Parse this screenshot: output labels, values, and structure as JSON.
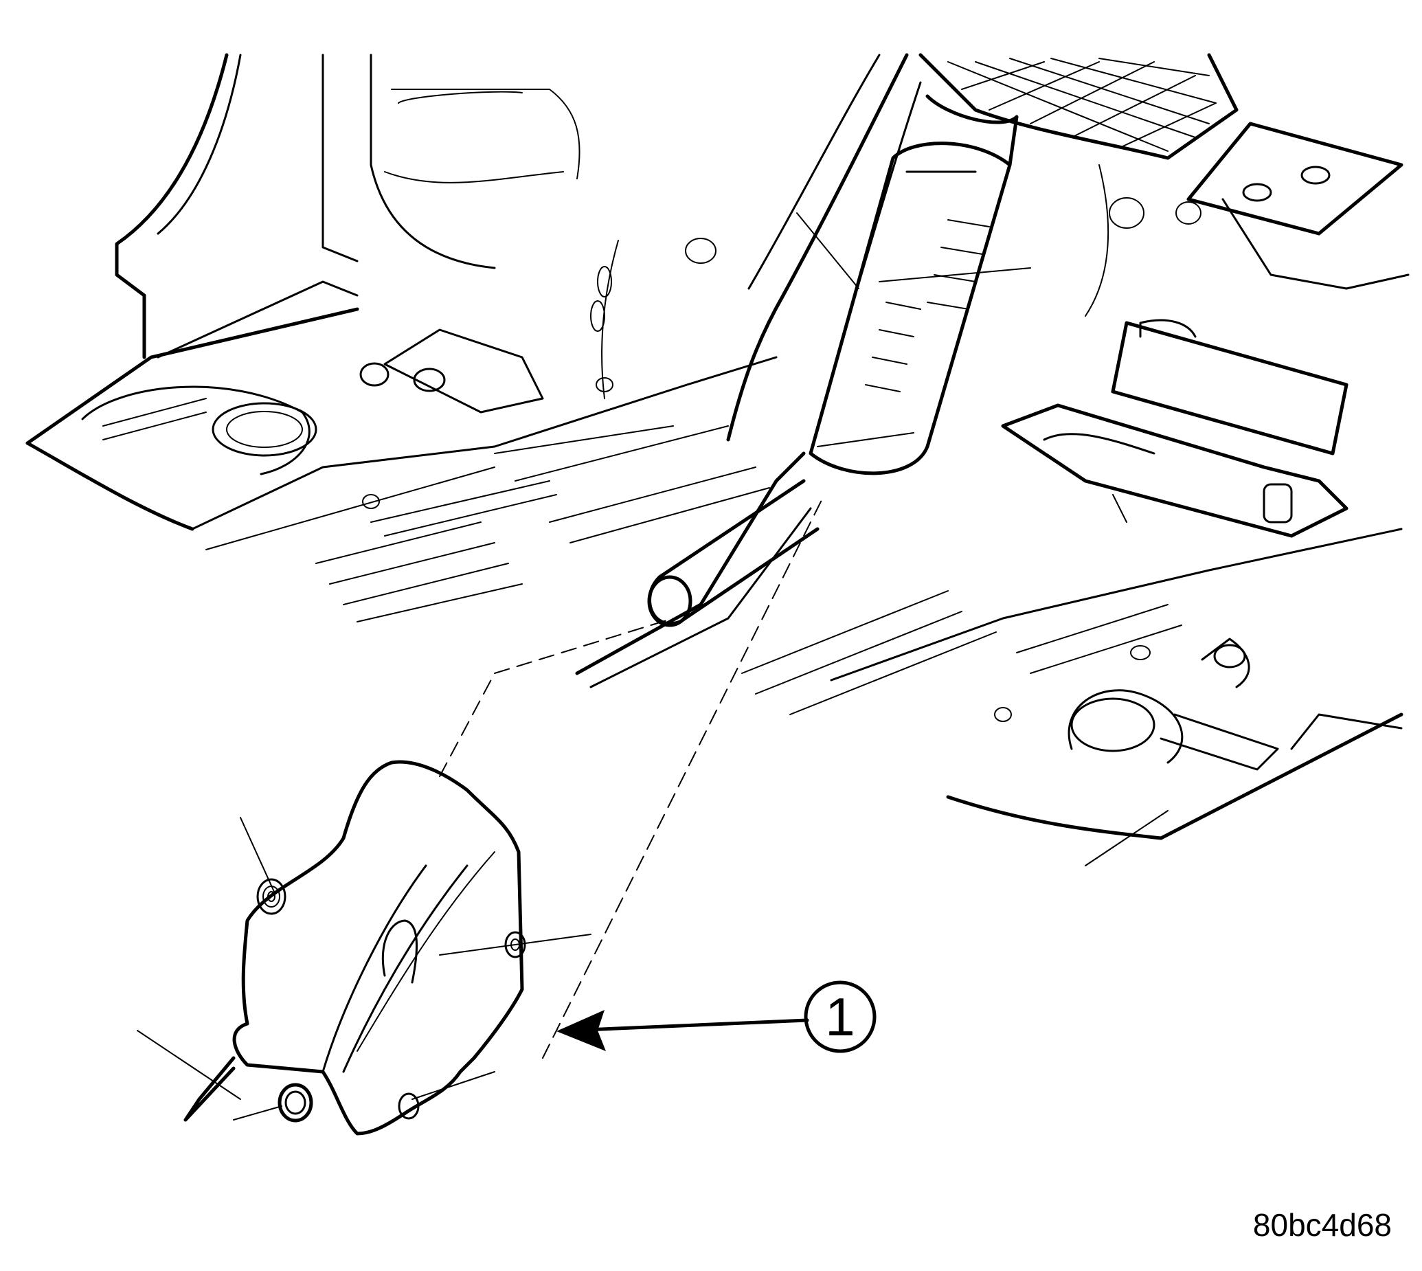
{
  "figure": {
    "callouts": [
      {
        "number": "1",
        "target": "heat shield"
      }
    ],
    "figure_code": "80bc4d68"
  }
}
